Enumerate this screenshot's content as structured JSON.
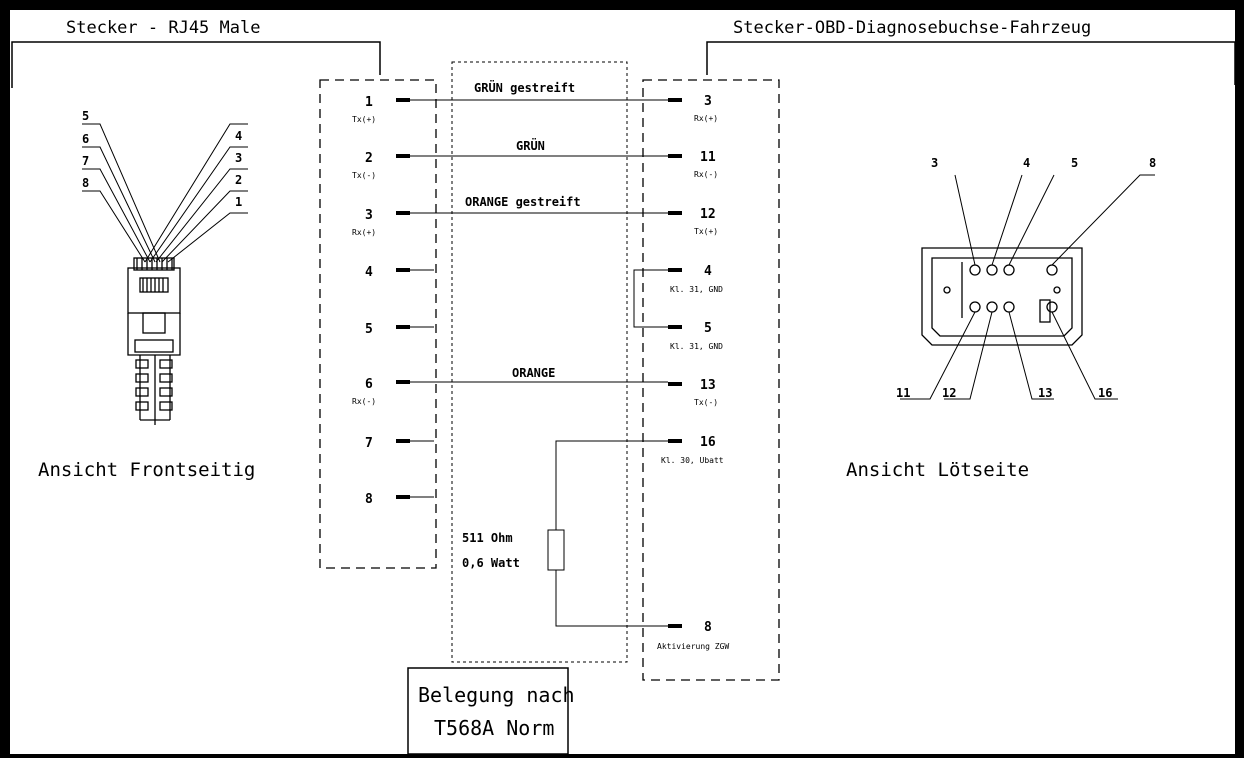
{
  "headers": {
    "left": "Stecker - RJ45 Male",
    "right": "Stecker-OBD-Diagnosebuchse-Fahrzeug"
  },
  "views": {
    "left": "Ansicht Frontseitig",
    "right": "Ansicht Lötseite"
  },
  "rj45_callouts": [
    "1",
    "2",
    "3",
    "4",
    "5",
    "6",
    "7",
    "8"
  ],
  "obd_callouts": [
    "3",
    "4",
    "5",
    "8",
    "11",
    "12",
    "13",
    "16"
  ],
  "rj45_pins": [
    {
      "num": "1",
      "signal": "Tx(+)"
    },
    {
      "num": "2",
      "signal": "Tx(-)"
    },
    {
      "num": "3",
      "signal": "Rx(+)"
    },
    {
      "num": "4",
      "signal": ""
    },
    {
      "num": "5",
      "signal": ""
    },
    {
      "num": "6",
      "signal": "Rx(-)"
    },
    {
      "num": "7",
      "signal": ""
    },
    {
      "num": "8",
      "signal": ""
    }
  ],
  "obd_pins": [
    {
      "num": "3",
      "signal": "Rx(+)"
    },
    {
      "num": "11",
      "signal": "Rx(-)"
    },
    {
      "num": "12",
      "signal": "Tx(+)"
    },
    {
      "num": "4",
      "signal": "Kl. 31, GND"
    },
    {
      "num": "5",
      "signal": "Kl. 31, GND"
    },
    {
      "num": "13",
      "signal": "Tx(-)"
    },
    {
      "num": "16",
      "signal": "Kl. 30, Ubatt"
    },
    {
      "num": "8",
      "signal": "Aktivierung ZGW"
    }
  ],
  "wires": [
    {
      "label": "GRÜN gestreift"
    },
    {
      "label": "GRÜN"
    },
    {
      "label": "ORANGE gestreift"
    },
    {
      "label": "ORANGE"
    }
  ],
  "resistor": {
    "value": "511 Ohm",
    "power": "0,6 Watt"
  },
  "norm_box": {
    "line1": "Belegung nach",
    "line2": "T568A Norm"
  }
}
